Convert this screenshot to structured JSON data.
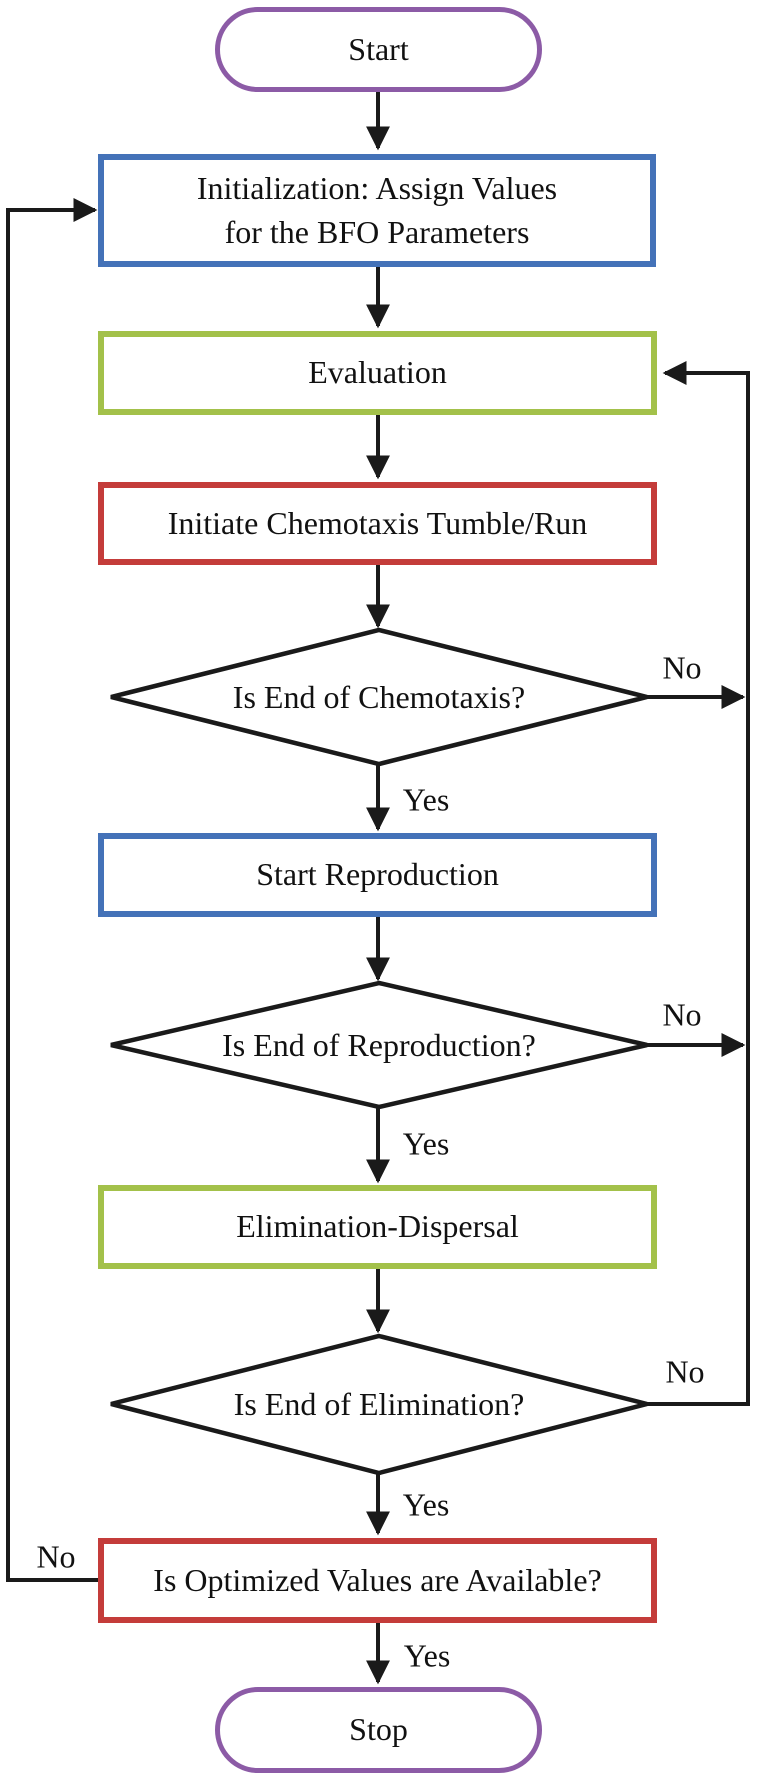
{
  "flowchart": {
    "title": "BFO algorithm flowchart",
    "nodes": {
      "start": {
        "label": "Start",
        "shape": "stadium"
      },
      "init": {
        "line1": "Initialization: Assign Values",
        "line2": "for the BFO Parameters",
        "shape": "rect",
        "border": "blue"
      },
      "evaluation": {
        "label": "Evaluation",
        "shape": "rect",
        "border": "green"
      },
      "chemotaxis": {
        "label": "Initiate Chemotaxis Tumble/Run",
        "shape": "rect",
        "border": "red"
      },
      "d_chemotaxis": {
        "label": "Is End of Chemotaxis?",
        "shape": "diamond"
      },
      "reproduction": {
        "label": "Start Reproduction",
        "shape": "rect",
        "border": "blue"
      },
      "d_reproduction": {
        "label": "Is End of Reproduction?",
        "shape": "diamond"
      },
      "elimination": {
        "label": "Elimination-Dispersal",
        "shape": "rect",
        "border": "green"
      },
      "d_elimination": {
        "label": "Is End of Elimination?",
        "shape": "diamond"
      },
      "optimized": {
        "label": "Is Optimized Values are Available?",
        "shape": "rect",
        "border": "red"
      },
      "stop": {
        "label": "Stop",
        "shape": "stadium"
      }
    },
    "edges": {
      "chemotaxis_no": "No",
      "chemotaxis_yes": "Yes",
      "reproduction_no": "No",
      "reproduction_yes": "Yes",
      "elimination_no": "No",
      "elimination_yes": "Yes",
      "optimized_no": "No",
      "optimized_yes": "Yes"
    },
    "colors": {
      "blue": "#4472b8",
      "green": "#a3c14a",
      "red": "#c43c3a",
      "purple": "#8c5ba6",
      "line": "#1a1a1a"
    }
  }
}
